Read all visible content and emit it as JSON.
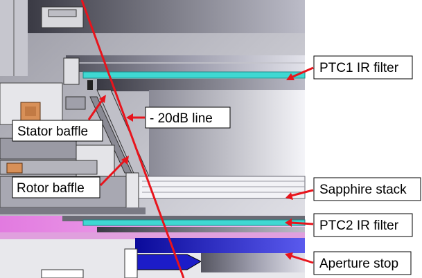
{
  "labels": {
    "ptc1_ir_filter": "PTC1 IR filter",
    "line_20db": "- 20dB line",
    "stator_baffle": "Stator baffle",
    "rotor_baffle": "Rotor baffle",
    "sapphire_stack": "Sapphire stack",
    "ptc2_ir_filter": "PTC2 IR filter",
    "aperture_stop": "Aperture stop"
  },
  "colors": {
    "arrow": "#e8141c",
    "ir_filter": "#3fd8d2",
    "aperture_stop": "#1c1cc8",
    "ptc2_plate": "#f0a0e8",
    "copper": "#d89058",
    "green_part": "#2d7a2d"
  }
}
